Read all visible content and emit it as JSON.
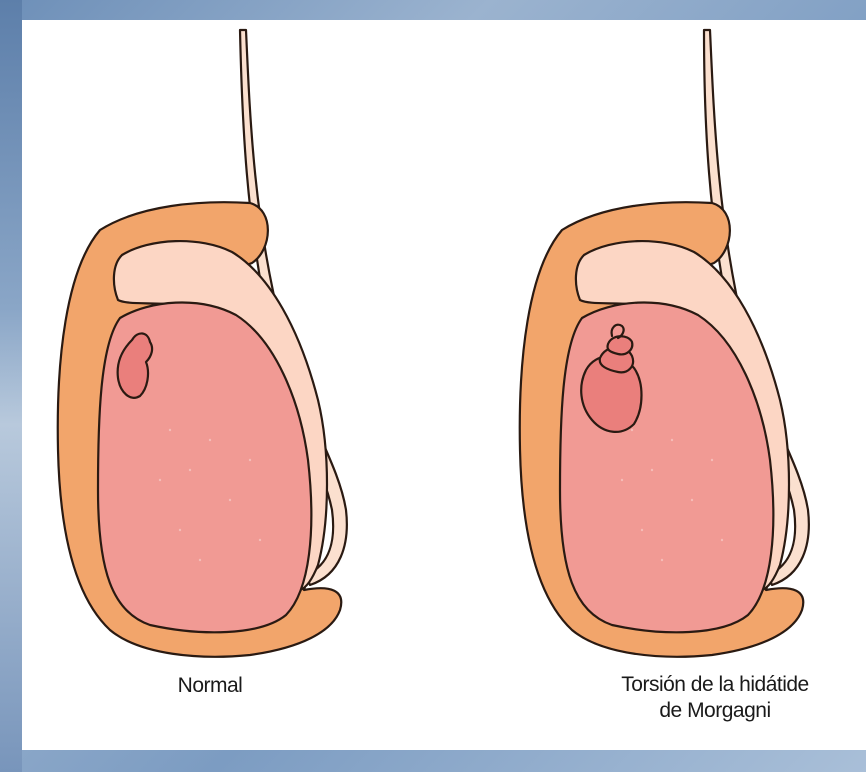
{
  "captions": {
    "left": "Normal",
    "right_line1": "Torsión de la hidátide",
    "right_line2": "de Morgagni"
  },
  "colors": {
    "tunica_outer": "#f2a56b",
    "epididymis": "#fcd6c4",
    "testis": "#f19a94",
    "cord": "#fbe0cf",
    "appendix": "#ea7f7c",
    "outline": "#2a1a12"
  }
}
